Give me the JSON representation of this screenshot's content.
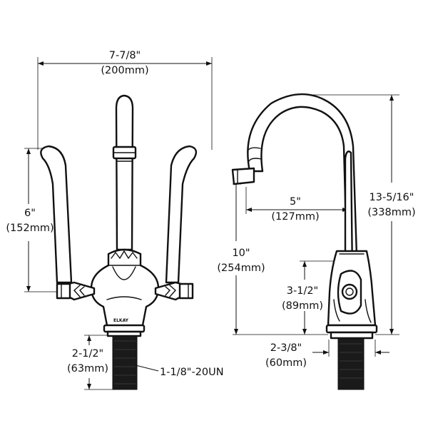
{
  "dimensions": {
    "overall_width": {
      "imperial": "7-7/8\"",
      "metric": "(200mm)"
    },
    "handle_height": {
      "imperial": "6\"",
      "metric": "(152mm)"
    },
    "shank_length": {
      "imperial": "2-1/2\"",
      "metric": "(63mm)"
    },
    "thread": "1-1/8\"-20UN",
    "spout_reach": {
      "imperial": "5\"",
      "metric": "(127mm)"
    },
    "overall_height": {
      "imperial": "13-5/16\"",
      "metric": "(338mm)"
    },
    "spout_height": {
      "imperial": "10\"",
      "metric": "(254mm)"
    },
    "handle_center": {
      "imperial": "3-1/2\"",
      "metric": "(89mm)"
    },
    "base_diameter": {
      "imperial": "2-3/8\"",
      "metric": "(60mm)"
    }
  },
  "brand": "ELKAY"
}
